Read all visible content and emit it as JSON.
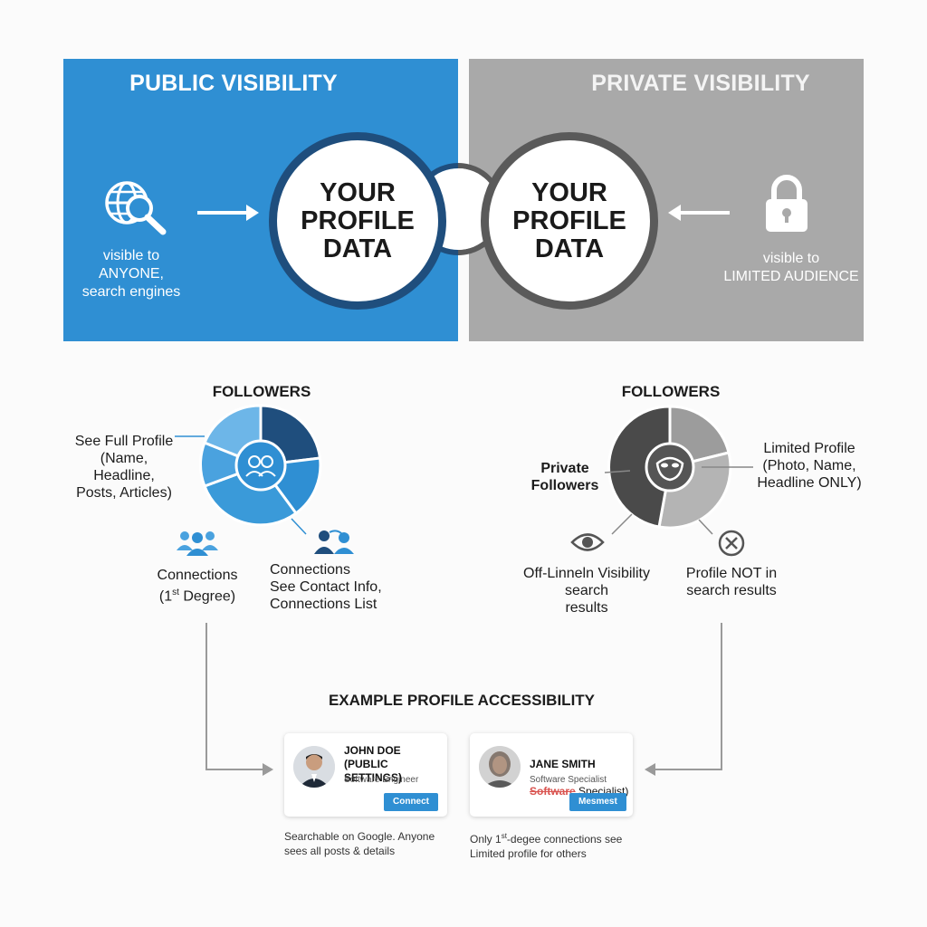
{
  "banner": {
    "public_title": "PUBLIC VISIBILITY",
    "private_title": "PRIVATE VISIBILITY",
    "public_circle": "YOUR\nPROFILE\nDATA",
    "private_circle": "YOUR\nPROFILE\nDATA",
    "public_caption": "visible to\nANYONE,\nsearch engines",
    "private_caption": "visible to\nLIMITED AUDIENCE",
    "public_icon": "globe-search-icon",
    "private_icon": "lock-icon",
    "public_color": "#2f8fd3",
    "private_color": "#a9a9a9"
  },
  "public_diagram": {
    "title": "FOLLOWERS",
    "label_full_profile": "See Full Profile\n(Name,\nHeadline,\nPosts, Articles)",
    "label_connections_1st_a": "Connections",
    "label_connections_1st_b": "(1",
    "label_connections_1st_sup": "st",
    "label_connections_1st_c": " Degree)",
    "label_connections_info": "Connections\nSee Contact Info,\nConnections List",
    "center_icon": "link-people-icon",
    "icons": [
      "group-icon",
      "connections-icon"
    ]
  },
  "private_diagram": {
    "title": "FOLLOWERS",
    "label_private_followers": "Private\nFollowers",
    "label_limited_profile": "Limited Profile\n(Photo, Name,\nHeadline ONLY)",
    "label_offsite": "Off-Linneln Visibility\nsearch\nresults",
    "label_not_search": "Profile NOT in\nsearch results",
    "center_icon": "mask-icon",
    "icons": [
      "eye-icon",
      "cross-circle-icon"
    ]
  },
  "example": {
    "title": "EXAMPLE PROFILE ACCESSIBILITY",
    "public_card": {
      "name": "JOHN DOE\n(PUBLIC SETTINGS)",
      "role": "Software Engineer",
      "button": "Connect"
    },
    "private_card": {
      "name_line1": "JANE SMITH",
      "name_line2_strike": "Software",
      "name_line2_rest": " Specialist)",
      "role": "Software Specialist",
      "button": "Mesmest"
    },
    "public_caption": "Searchable on Google. Anyone\nsees all posts & details",
    "private_caption_a": "Only 1",
    "private_caption_sup": "st",
    "private_caption_b": "-degee connections see",
    "private_caption_c": "Limited profile for others"
  }
}
